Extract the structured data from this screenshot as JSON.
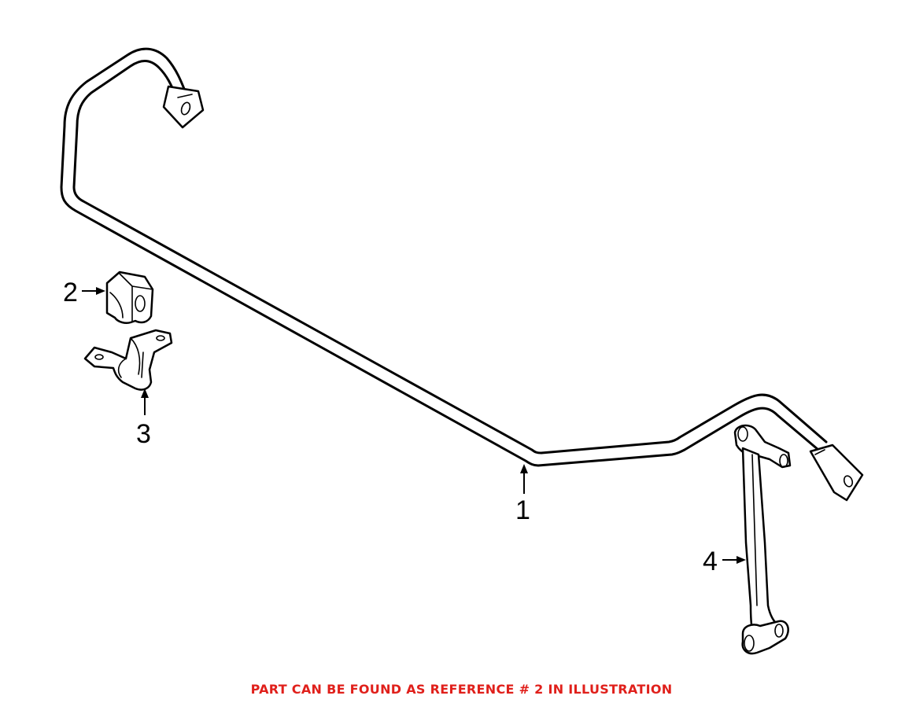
{
  "callouts": [
    {
      "id": "1",
      "label": "1"
    },
    {
      "id": "2",
      "label": "2"
    },
    {
      "id": "3",
      "label": "3"
    },
    {
      "id": "4",
      "label": "4"
    }
  ],
  "footer": {
    "note": "PART CAN BE FOUND AS REFERENCE # 2 IN ILLUSTRATION",
    "color": "#e0201b"
  }
}
